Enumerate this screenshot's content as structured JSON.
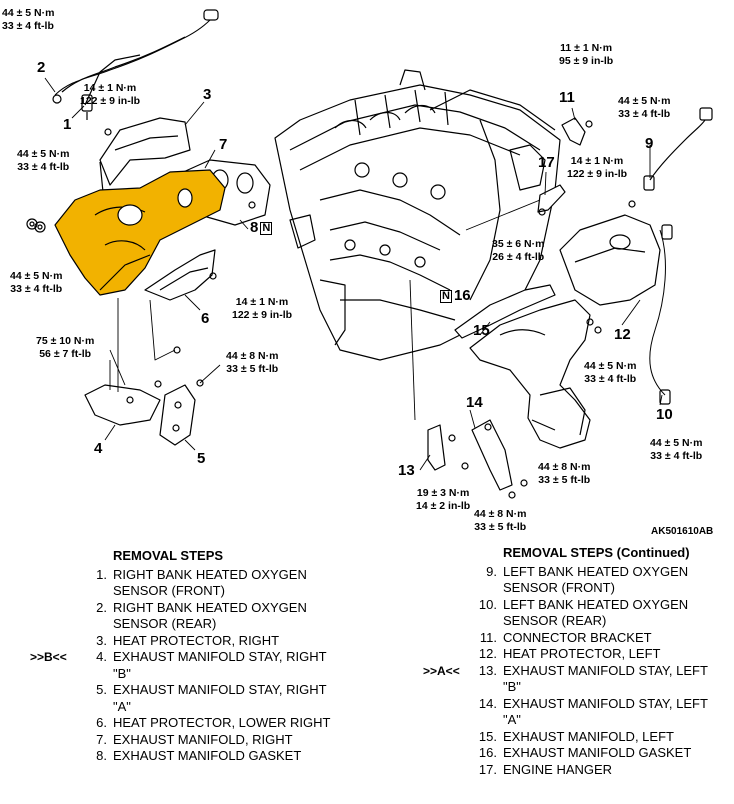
{
  "figure_id": "AK501610AB",
  "torque_callouts": {
    "t_top_left": [
      "44 ± 5 N·m",
      "33 ± 4 ft-lb"
    ],
    "t_1": [
      "44 ± 5 N·m",
      "33 ± 4 ft-lb"
    ],
    "t_3": [
      "14 ± 1 N·m",
      "122 ± 9 in-lb"
    ],
    "t_left": [
      "44 ± 5 N·m",
      "33 ± 4 ft-lb"
    ],
    "t_6": [
      "14 ± 1 N·m",
      "122 ± 9 in-lb"
    ],
    "t_stay_upper": [
      "75 ± 10 N·m",
      "56 ± 7 ft-lb"
    ],
    "t_stay_right": [
      "44 ± 8 N·m",
      "33 ± 5 ft-lb"
    ],
    "t_11": [
      "11 ± 1 N·m",
      "95 ± 9 in-lb"
    ],
    "t_9": [
      "44 ± 5 N·m",
      "33 ± 4 ft-lb"
    ],
    "t_12": [
      "14 ± 1 N·m",
      "122 ± 9 in-lb"
    ],
    "t_17": [
      "35 ± 6 N·m",
      "26 ± 4 ft-lb"
    ],
    "t_15": [
      "44 ± 5 N·m",
      "33 ± 4 ft-lb"
    ],
    "t_10": [
      "44 ± 5 N·m",
      "33 ± 4 ft-lb"
    ],
    "t_14": [
      "44 ± 8 N·m",
      "33 ± 5 ft-lb"
    ],
    "t_13": [
      "19 ± 3 N·m",
      "14 ± 2 in-lb"
    ],
    "t_14b": [
      "44 ± 8 N·m",
      "33 ± 5 ft-lb"
    ]
  },
  "part_numbers": {
    "p1": "1",
    "p2": "2",
    "p3": "3",
    "p4": "4",
    "p5": "5",
    "p6": "6",
    "p7": "7",
    "p8": "8",
    "p9": "9",
    "p10": "10",
    "p11": "11",
    "p12": "12",
    "p13": "13",
    "p14": "14",
    "p15": "15",
    "p16": "16",
    "p17": "17"
  },
  "new_part_mark": "N",
  "removal_steps": {
    "title": "REMOVAL STEPS",
    "items": [
      {
        "num": "1.",
        "text": "RIGHT BANK HEATED OXYGEN",
        "cont": "SENSOR (FRONT)",
        "ref": ""
      },
      {
        "num": "2.",
        "text": "RIGHT BANK HEATED OXYGEN",
        "cont": "SENSOR (REAR)",
        "ref": ""
      },
      {
        "num": "3.",
        "text": "HEAT PROTECTOR, RIGHT",
        "cont": "",
        "ref": ""
      },
      {
        "num": "4.",
        "text": "EXHAUST MANIFOLD STAY, RIGHT",
        "cont": "\"B\"",
        "ref": ">>B<<"
      },
      {
        "num": "5.",
        "text": "EXHAUST MANIFOLD STAY, RIGHT",
        "cont": "\"A\"",
        "ref": ""
      },
      {
        "num": "6.",
        "text": "HEAT PROTECTOR, LOWER RIGHT",
        "cont": "",
        "ref": ""
      },
      {
        "num": "7.",
        "text": "EXHAUST MANIFOLD, RIGHT",
        "cont": "",
        "ref": ""
      },
      {
        "num": "8.",
        "text": "EXHAUST MANIFOLD GASKET",
        "cont": "",
        "ref": ""
      }
    ]
  },
  "removal_steps_cont": {
    "title": "REMOVAL STEPS (Continued)",
    "items": [
      {
        "num": "9.",
        "text": "LEFT BANK HEATED OXYGEN",
        "cont": "SENSOR (FRONT)",
        "ref": ""
      },
      {
        "num": "10.",
        "text": "LEFT BANK HEATED OXYGEN",
        "cont": "SENSOR (REAR)",
        "ref": ""
      },
      {
        "num": "11.",
        "text": "CONNECTOR BRACKET",
        "cont": "",
        "ref": ""
      },
      {
        "num": "12.",
        "text": "HEAT PROTECTOR, LEFT",
        "cont": "",
        "ref": ""
      },
      {
        "num": "13.",
        "text": "EXHAUST MANIFOLD STAY, LEFT",
        "cont": "\"B\"",
        "ref": ">>A<<"
      },
      {
        "num": "14.",
        "text": "EXHAUST MANIFOLD STAY, LEFT",
        "cont": "\"A\"",
        "ref": ""
      },
      {
        "num": "15.",
        "text": "EXHAUST MANIFOLD, LEFT",
        "cont": "",
        "ref": ""
      },
      {
        "num": "16.",
        "text": "EXHAUST MANIFOLD GASKET",
        "cont": "",
        "ref": ""
      },
      {
        "num": "17.",
        "text": "ENGINE HANGER",
        "cont": "",
        "ref": ""
      }
    ]
  },
  "colors": {
    "highlight": "#f2b200",
    "line": "#000000"
  }
}
